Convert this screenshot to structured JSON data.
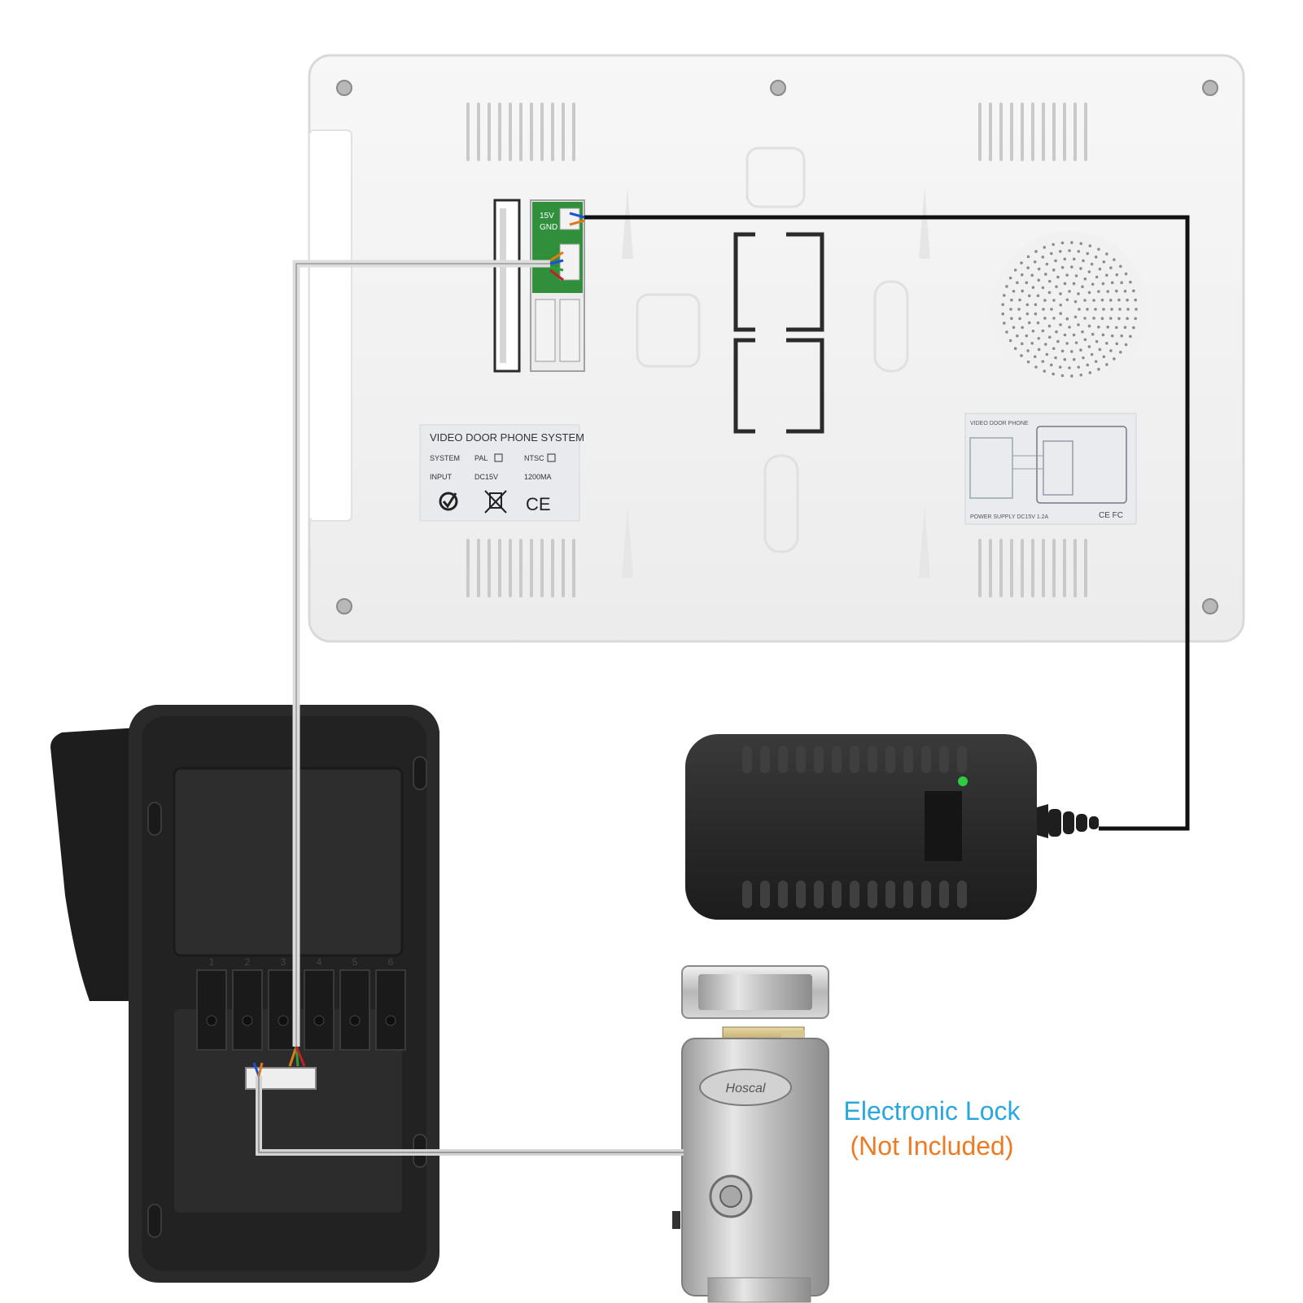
{
  "monitor_label": {
    "title": "VIDEO DOOR PHONE SYSTEM",
    "system_key": "SYSTEM",
    "pal": "PAL",
    "ntsc": "NTSC",
    "input_key": "INPUT",
    "voltage": "DC15V",
    "current": "1200MA",
    "ce_mark": "CE"
  },
  "terminal_labels": {
    "pin1": "15V",
    "pin2": "GND"
  },
  "wiring_sticker": {
    "title": "VIDEO DOOR PHONE",
    "power_supply": "POWER SUPPLY DC15V 1.2A",
    "marks": "CE FC"
  },
  "outdoor_unit": {
    "terminals": [
      "1",
      "2",
      "3",
      "4",
      "5",
      "6"
    ]
  },
  "lock_brand": "Hoscal",
  "callout": {
    "title": "Electronic Lock",
    "note": "(Not Included)"
  },
  "colors": {
    "callout_title": "#29a8e0",
    "callout_note": "#ee7a22",
    "led": "#2ecc40"
  }
}
